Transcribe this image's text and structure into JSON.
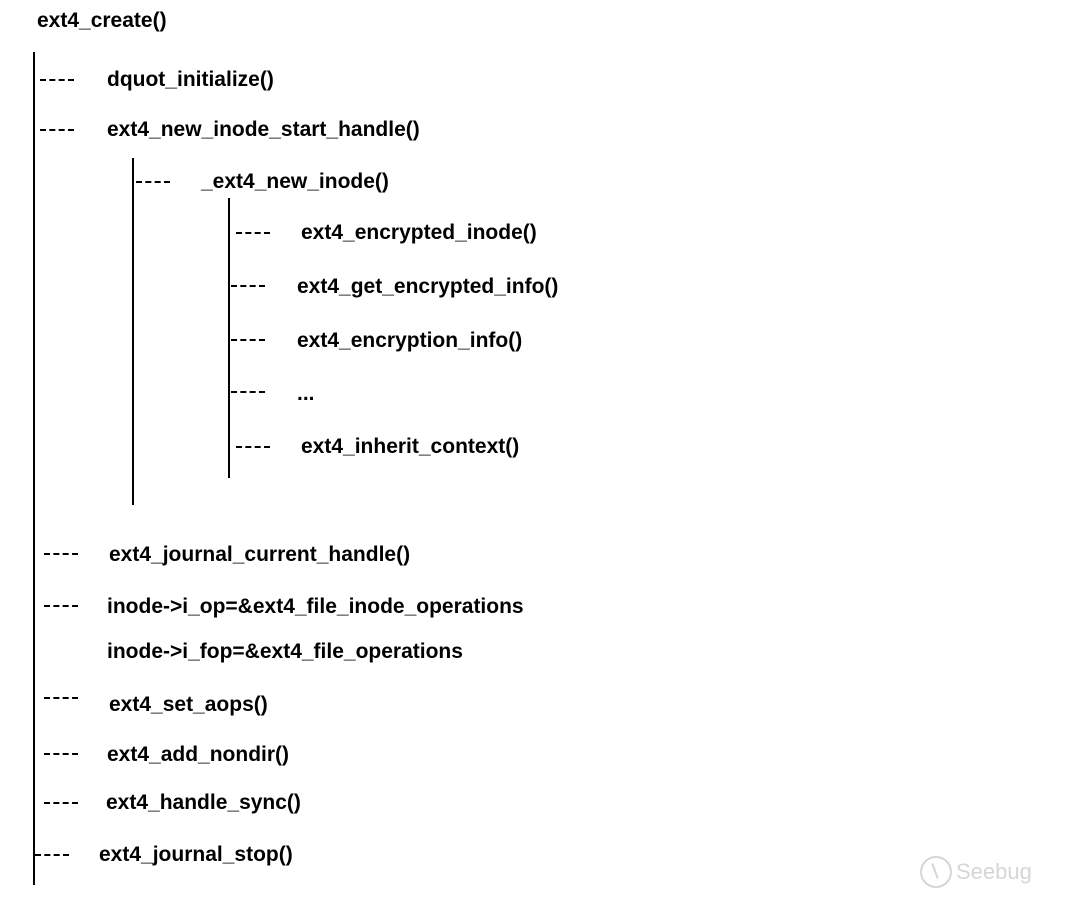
{
  "title": "ext4_create()",
  "calls": {
    "dquot_initialize": "dquot_initialize()",
    "new_inode_start_handle": "ext4_new_inode_start_handle()",
    "new_inode": "_ext4_new_inode()",
    "encrypted_inode": "ext4_encrypted_inode()",
    "get_encrypted_info": "ext4_get_encrypted_info()",
    "encryption_info": "ext4_encryption_info()",
    "ellipsis": "...",
    "inherit_context": "ext4_inherit_context()",
    "journal_current_handle": "ext4_journal_current_handle()",
    "i_op": "inode->i_op=&ext4_file_inode_operations",
    "i_fop": "inode->i_fop=&ext4_file_operations",
    "set_aops": "ext4_set_aops()",
    "add_nondir": "ext4_add_nondir()",
    "handle_sync": "ext4_handle_sync()",
    "journal_stop": "ext4_journal_stop()"
  },
  "watermark": "Seebug"
}
